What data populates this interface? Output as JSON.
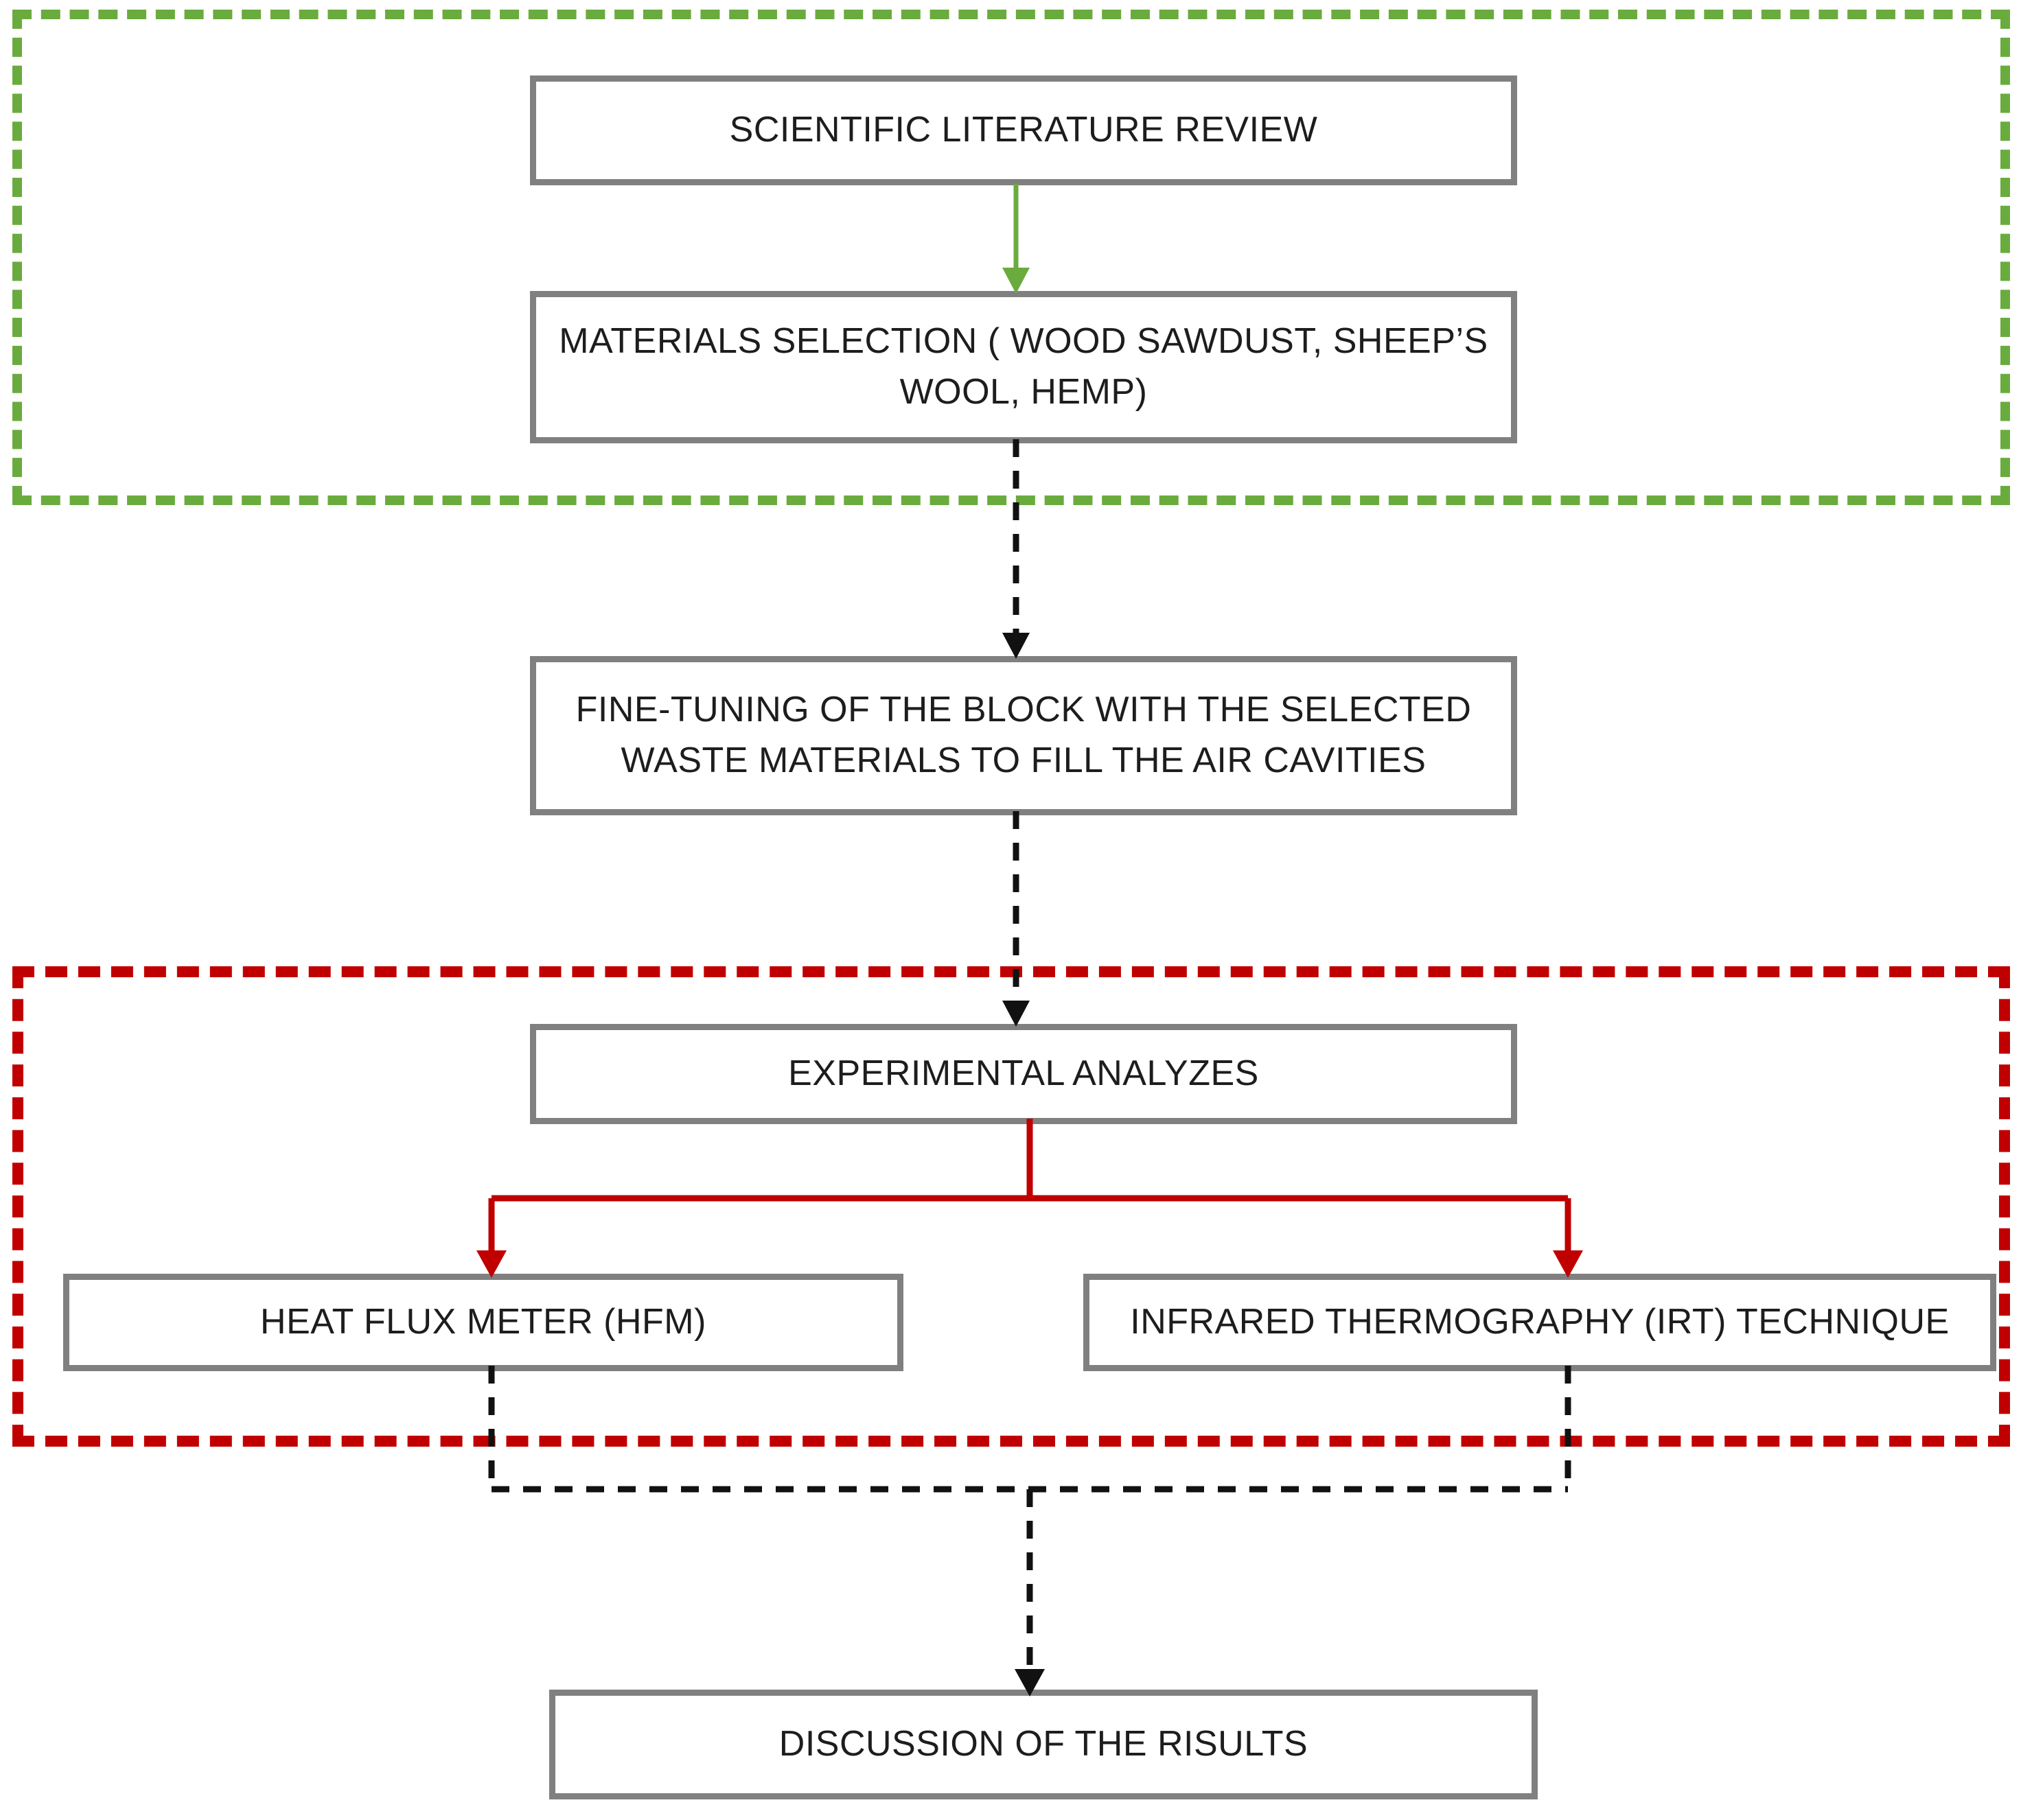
{
  "diagram": {
    "title": "Research methodology flowchart",
    "colors": {
      "group_phase1": "#6aab3e",
      "group_phase2": "#c00000",
      "node_border": "#808080",
      "node_fill": "#ffffff",
      "dashed_connector": "#000000"
    },
    "groups": [
      {
        "id": "group-green",
        "name": "literature-and-materials-phase",
        "border_color": "#6aab3e",
        "border_style": "dashed"
      },
      {
        "id": "group-red",
        "name": "experimental-analyses-phase",
        "border_color": "#c00000",
        "border_style": "dashed"
      }
    ],
    "nodes": [
      {
        "id": "node-literature",
        "label": "SCIENTIFIC LITERATURE REVIEW"
      },
      {
        "id": "node-materials",
        "label": "MATERIALS SELECTION ( WOOD SAWDUST, SHEEP’S WOOL, HEMP)"
      },
      {
        "id": "node-finetuning",
        "label": "FINE-TUNING OF THE BLOCK WITH THE SELECTED WASTE MATERIALS TO FILL THE AIR CAVITIES"
      },
      {
        "id": "node-experimental",
        "label": "EXPERIMENTAL ANALYZES"
      },
      {
        "id": "node-hfm",
        "label": "HEAT FLUX METER (HFM)"
      },
      {
        "id": "node-irt",
        "label": "INFRARED THERMOGRAPHY (IRT) TECHNIQUE"
      },
      {
        "id": "node-discussion",
        "label": "DISCUSSION OF THE RISULTS"
      }
    ],
    "connectors": [
      {
        "id": "conn-green-1",
        "from": "node-literature",
        "to": "node-materials",
        "color": "#6aab3e",
        "style": "solid",
        "arrow": "down"
      },
      {
        "id": "conn-dash-1",
        "from": "node-materials",
        "to": "node-finetuning",
        "color": "#000000",
        "style": "dashed",
        "arrow": "down"
      },
      {
        "id": "conn-dash-2",
        "from": "node-finetuning",
        "to": "node-experimental",
        "color": "#000000",
        "style": "dashed",
        "arrow": "down"
      },
      {
        "id": "conn-red-branch",
        "from": "node-experimental",
        "to": "node-hfm, node-irt",
        "color": "#c00000",
        "style": "solid",
        "arrow": "down-split"
      },
      {
        "id": "conn-dash-merge",
        "from": "node-hfm, node-irt",
        "to": "node-discussion",
        "color": "#000000",
        "style": "dashed",
        "arrow": "down-merge"
      }
    ]
  }
}
